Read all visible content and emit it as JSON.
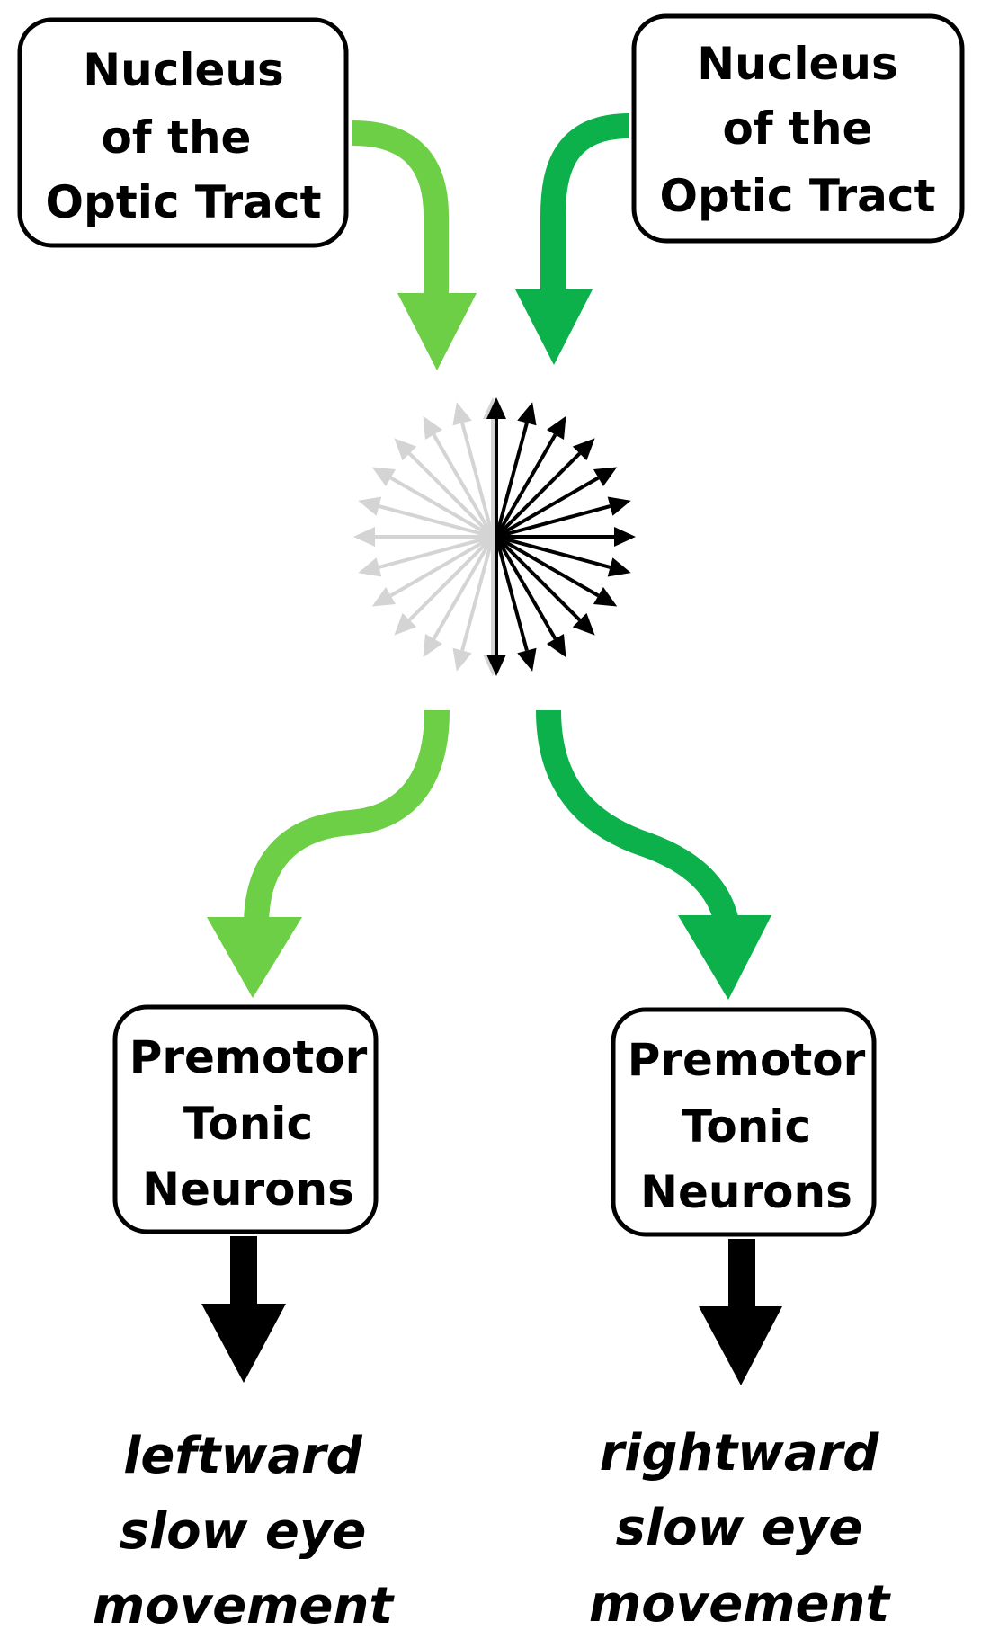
{
  "nodes": {
    "not_left": {
      "lines": [
        "Nucleus",
        "of the",
        "Optic Tract"
      ]
    },
    "not_right": {
      "lines": [
        "Nucleus",
        "of the",
        "Optic Tract"
      ]
    },
    "ptn_left": {
      "lines": [
        "Premotor",
        "Tonic",
        "Neurons"
      ]
    },
    "ptn_right": {
      "lines": [
        "Premotor",
        "Tonic",
        "Neurons"
      ]
    }
  },
  "outputs": {
    "left": {
      "lines": [
        "leftward",
        "slow eye",
        "movement"
      ]
    },
    "right": {
      "lines": [
        "rightward",
        "slow eye",
        "movement"
      ]
    }
  },
  "colors": {
    "left_pathway": "#6DCF45",
    "right_pathway": "#0DB14B",
    "left_fan": "#D4D4D4",
    "right_fan": "#000000",
    "box_stroke": "#000000",
    "output_arrow": "#000000"
  }
}
